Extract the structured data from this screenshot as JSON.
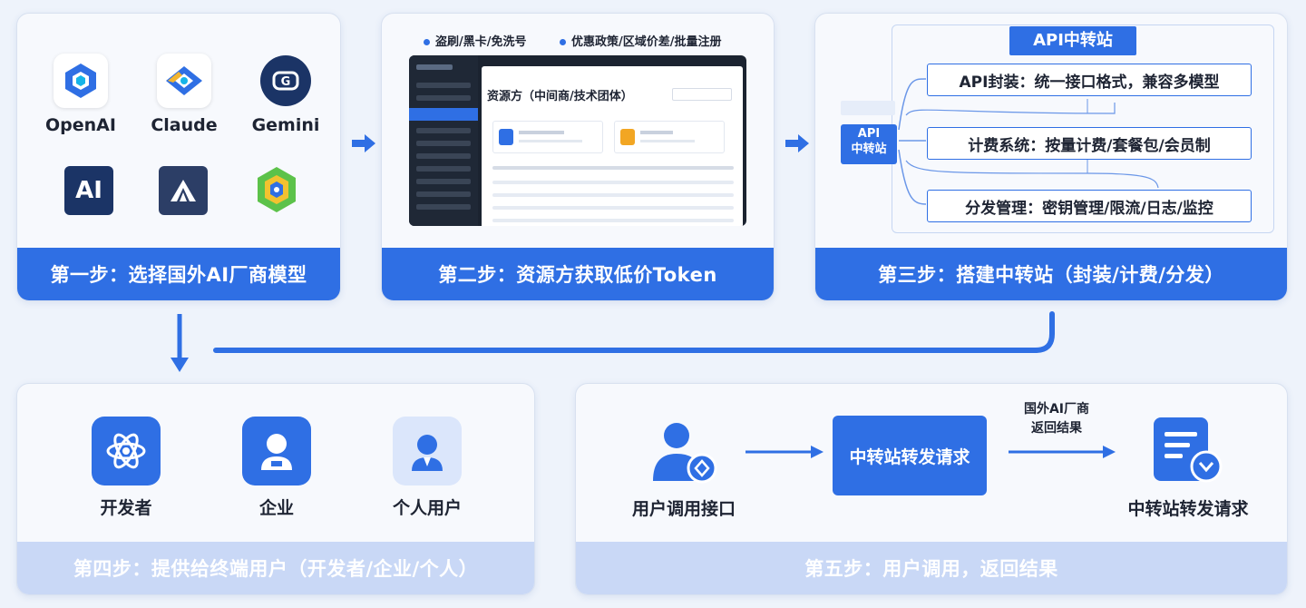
{
  "step1": {
    "footer": "第一步：选择国外AI厂商模型",
    "logos": [
      {
        "label": "OpenAI",
        "icon": "openai-logo-icon"
      },
      {
        "label": "Claude",
        "icon": "claude-logo-icon"
      },
      {
        "label": "Gemini",
        "icon": "gemini-logo-icon"
      },
      {
        "label": "AI",
        "icon": "ai-logo-icon"
      },
      {
        "label": "",
        "icon": "mountain-logo-icon"
      },
      {
        "label": "",
        "icon": "hexagon-logo-icon"
      }
    ]
  },
  "step2": {
    "bullet1": "盗刷/黑卡/免洗号",
    "bullet2": "优惠政策/区域价差/批量注册",
    "screen_title": "资源方（中间商/技术团体）",
    "footer": "第二步：资源方获取低价Token"
  },
  "step3": {
    "header": "API中转站",
    "badge_line1": "API",
    "badge_line2": "中转站",
    "features": [
      "API封装：统一接口格式，兼容多模型",
      "计费系统：按量计费/套餐包/会员制",
      "分发管理：密钥管理/限流/日志/监控"
    ],
    "footer": "第三步：搭建中转站（封装/计费/分发）"
  },
  "step4": {
    "users": [
      "开发者",
      "企业",
      "个人用户"
    ],
    "footer": "第四步：提供给终端用户（开发者/企业/个人）"
  },
  "step5": {
    "user_label": "用户调用接口",
    "relay_label": "中转站转发请求",
    "return_label_line1": "国外AI厂商",
    "return_label_line2": "返回结果",
    "result_label": "中转站转发请求",
    "footer": "第五步：用户调用，返回结果"
  },
  "colors": {
    "accent": "#2f6fe4",
    "footer_light": "#c9d8f6",
    "background": "#eef3fb"
  }
}
